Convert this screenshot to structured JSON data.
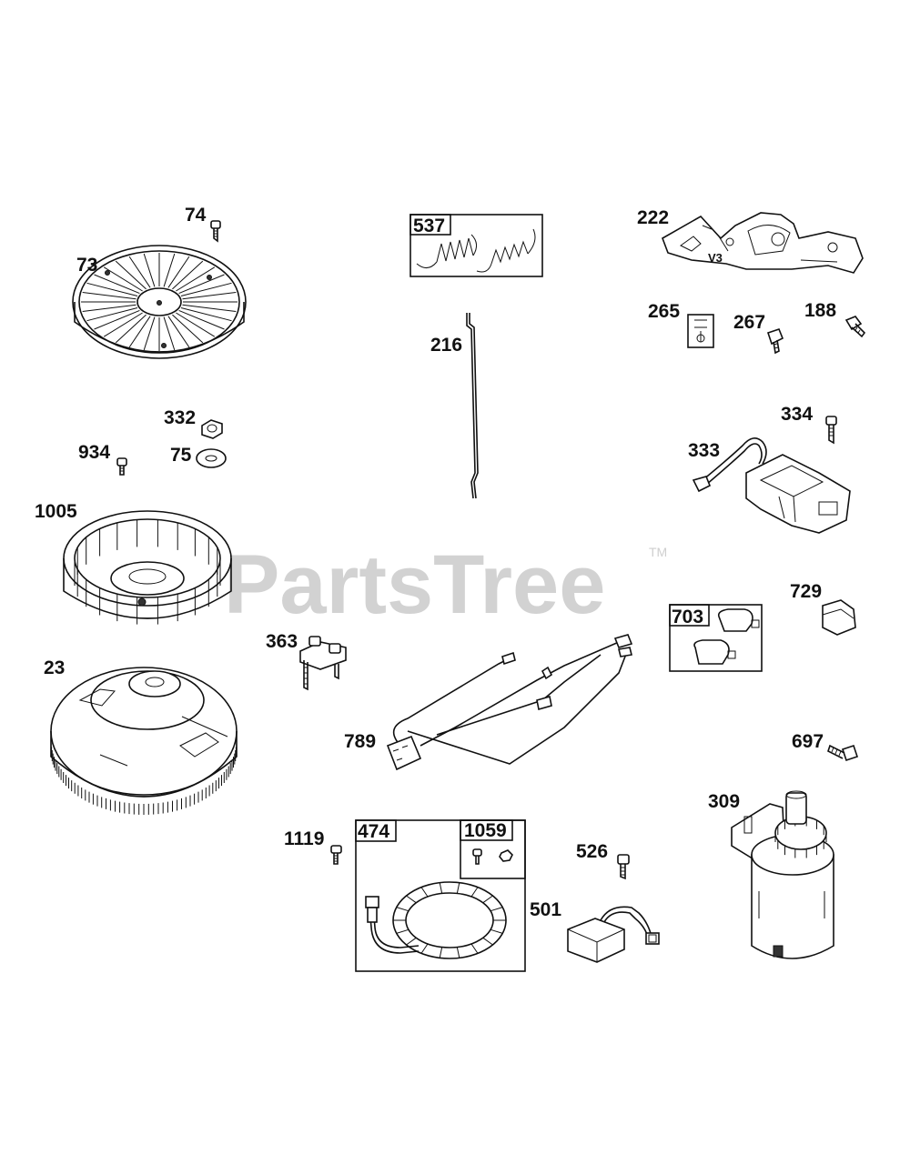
{
  "watermark": {
    "text": "PartsTree",
    "trademark": "TM"
  },
  "parts": [
    {
      "id": "p74",
      "number": "74",
      "icon": "screw-icon"
    },
    {
      "id": "p73",
      "number": "73",
      "icon": "blower-housing-icon"
    },
    {
      "id": "p537",
      "number": "537",
      "icon": "spring-kit-icon",
      "boxed": true
    },
    {
      "id": "p216",
      "number": "216",
      "icon": "link-rod-icon"
    },
    {
      "id": "p222",
      "number": "222",
      "icon": "bracket-assembly-icon",
      "marking": "V3"
    },
    {
      "id": "p265",
      "number": "265",
      "icon": "clip-icon"
    },
    {
      "id": "p267",
      "number": "267",
      "icon": "screw-icon"
    },
    {
      "id": "p188",
      "number": "188",
      "icon": "screw-icon"
    },
    {
      "id": "p332",
      "number": "332",
      "icon": "nut-icon"
    },
    {
      "id": "p934",
      "number": "934",
      "icon": "screw-icon"
    },
    {
      "id": "p75",
      "number": "75",
      "icon": "washer-icon"
    },
    {
      "id": "p334",
      "number": "334",
      "icon": "screw-icon"
    },
    {
      "id": "p333",
      "number": "333",
      "icon": "ignition-coil-icon"
    },
    {
      "id": "p1005",
      "number": "1005",
      "icon": "flywheel-fan-icon"
    },
    {
      "id": "p729",
      "number": "729",
      "icon": "connector-cap-icon"
    },
    {
      "id": "p703",
      "number": "703",
      "icon": "clamp-kit-icon",
      "boxed": true
    },
    {
      "id": "p363",
      "number": "363",
      "icon": "rectifier-bracket-icon"
    },
    {
      "id": "p23",
      "number": "23",
      "icon": "flywheel-icon"
    },
    {
      "id": "p789",
      "number": "789",
      "icon": "wiring-harness-icon"
    },
    {
      "id": "p697",
      "number": "697",
      "icon": "screw-icon"
    },
    {
      "id": "p309",
      "number": "309",
      "icon": "starter-motor-icon"
    },
    {
      "id": "p1119",
      "number": "1119",
      "icon": "screw-icon"
    },
    {
      "id": "p474",
      "number": "474",
      "icon": "alternator-kit-icon",
      "boxed": true
    },
    {
      "id": "p1059",
      "number": "1059",
      "icon": "hardware-kit-icon",
      "boxed": true
    },
    {
      "id": "p526",
      "number": "526",
      "icon": "screw-icon"
    },
    {
      "id": "p501",
      "number": "501",
      "icon": "regulator-icon"
    }
  ]
}
